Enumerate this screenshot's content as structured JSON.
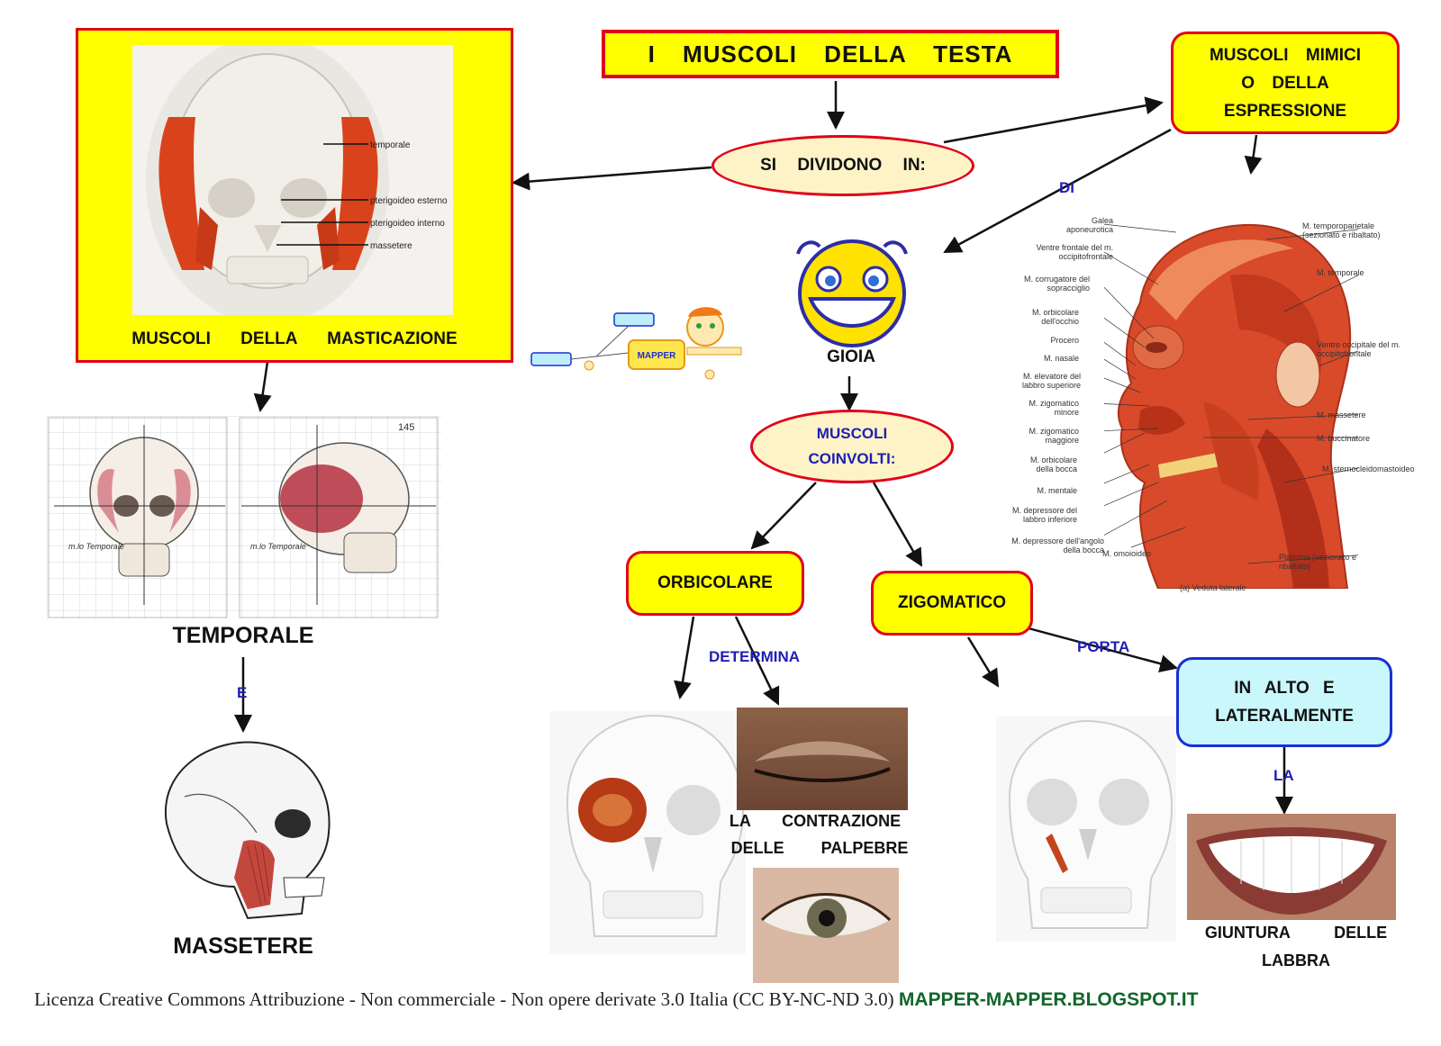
{
  "title": "I MUSCOLI DELLA TESTA",
  "si_dividono": "SI DIVIDONO IN:",
  "masticazione": {
    "caption": "MUSCOLI DELLA MASTICAZIONE",
    "labels": [
      "temporale",
      "pterigoideo esterno",
      "pterigoideo interno",
      "massetere"
    ]
  },
  "temporale_caption": "TEMPORALE",
  "link_e": "E",
  "massetere_caption": "MASSETERE",
  "sketch_number": "145",
  "sketch_notes": [
    "m.lo Temporale",
    "m.lo Temporale"
  ],
  "mimici": "MUSCOLI MIMICI O DELLA ESPRESSIONE",
  "link_di": "DI",
  "gioia": "GIOIA",
  "mapper_logo": "MAPPER",
  "muscoli_coinvolti": "MUSCOLI COINVOLTI:",
  "orbicolare": "ORBICOLARE",
  "zigomatico": "ZIGOMATICO",
  "link_determina": "DETERMINA",
  "link_porta": "PORTA",
  "in_alto": "IN ALTO E LATERALMENTE",
  "link_la": "LA",
  "contrazione_line1": "LA CONTRAZIONE",
  "contrazione_line2": "DELLE PALPEBRE",
  "giuntura_line1": "GIUNTURA DELLE",
  "giuntura_line2": "LABBRA",
  "anatomy": {
    "left_labels": [
      "Galea aponeurotica",
      "Ventre frontale del m. occipitofrontale",
      "M. corrugatore del sopracciglio",
      "M. orbicolare dell'occhio",
      "Procero",
      "M. nasale",
      "M. elevatore del labbro superiore",
      "M. zigomatico minore",
      "M. zigomatico maggiore",
      "M. orbicolare della bocca",
      "M. mentale",
      "M. depressore del labbro inferiore",
      "M. depressore dell'angolo della bocca",
      "M. omoioideo"
    ],
    "right_labels": [
      "M. temporoparietale (sezionato e ribaltato)",
      "M. temporale",
      "Ventre occipitale del m. occipitofrontale",
      "M. massetere",
      "M. buccinatore",
      "M. sternocleidomastoideo",
      "Platisma (sezionato e ribaltato)"
    ],
    "caption": "(a) Veduta laterale"
  },
  "footer": {
    "license": "Licenza Creative Commons Attribuzione - Non commerciale - Non opere derivate 3.0 Italia (CC BY-NC-ND 3.0)",
    "site": "MAPPER-MAPPER.BLOGSPOT.IT"
  },
  "colors": {
    "yellow": "#ffff00",
    "red_border": "#e0001b",
    "ellipse_fill": "#fdf3c7",
    "cyan_box": "#c9f7fb",
    "blue_border": "#1a2fd6",
    "link_text": "#1e1eb4",
    "footer_site": "#12662a"
  }
}
